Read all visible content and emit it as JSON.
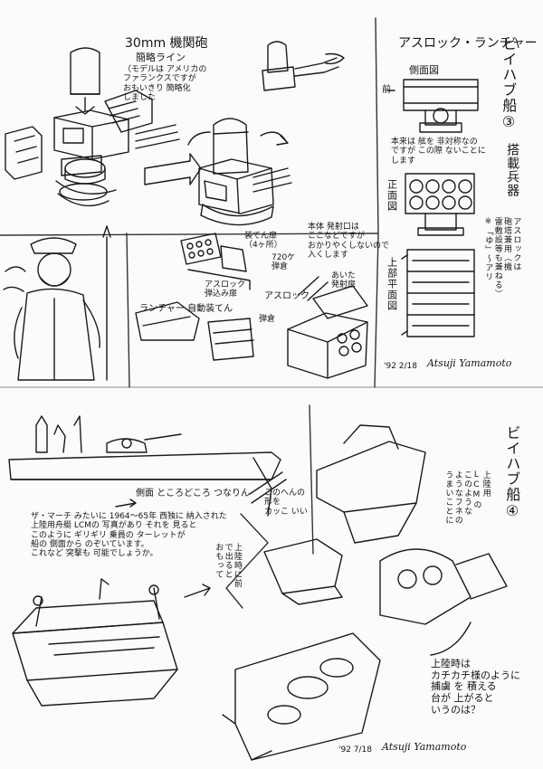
{
  "page": {
    "sheet1": {
      "gun_title": "30mm 機関砲",
      "gun_subtitle": "簡略ライン",
      "gun_note": "（モデルは アメリカの\nファランクスですが\nおもいきり 簡略化\nしました",
      "launcher_title": "アスロック・ランチャー",
      "side_view_label": "側面図",
      "front_marker": "前",
      "body_note": "本来は 舷を 非対称なの\nですが この際 ないことに\nします",
      "front_view_label": "正面図",
      "top_view_label": "上部平面図",
      "vertical_title": "ビイハブ船③",
      "vertical_subtitle": "搭載兵器",
      "vertical_note": "アスロックは\n砲塔兼用（機\n雷敷設等も兼ねる）\n※「ゆ」〜アリ",
      "loading_label": "装てん扉\n（4ヶ所）",
      "launch_note": "本体 発射口は\nここなどですが\nおかりやくしないので\n入くします",
      "warhead_label": "720ケ\n弾倉",
      "open_door_label": "あいた\n発射扉",
      "pack_label": "アスロック\n弾込み扉",
      "asroc_label": "アスロック",
      "launcher_auto_label": "ランチャー 自動装てん",
      "side_magazine": "弾倉",
      "date1": "'92 2/18",
      "signature1": "Atsuji Yamamoto"
    },
    "sheet2": {
      "vertical_title": "ビイハブ船④",
      "pier_caption": "側面 ところどころ つなりん",
      "hull_caption": "このへんの\n形を\nカッこ いい",
      "lcm_note": "上陸用\nLCMの\nこのような\nようなフネの\nうまいことに",
      "main_note": "ザ・マーチ みたいに 1964〜65年 西独に 納入された\n上陸用舟艇 LCMの 写真があり それを 見ると\nこのように ギリギリ 乗員の ターレットが\n船の 側面から のぞいています。\nこれなど 突撃も 可能でしょうか。",
      "deploy_note": "上陸時に前\nで出ると\nおもって",
      "landing_note": "上陸時は\nカチカチ様のように\n捕虜 を 積える\n台が 上がると\nいうのは？",
      "date2": "'92 7/18",
      "signature2": "Atsuji Yamamoto"
    }
  }
}
